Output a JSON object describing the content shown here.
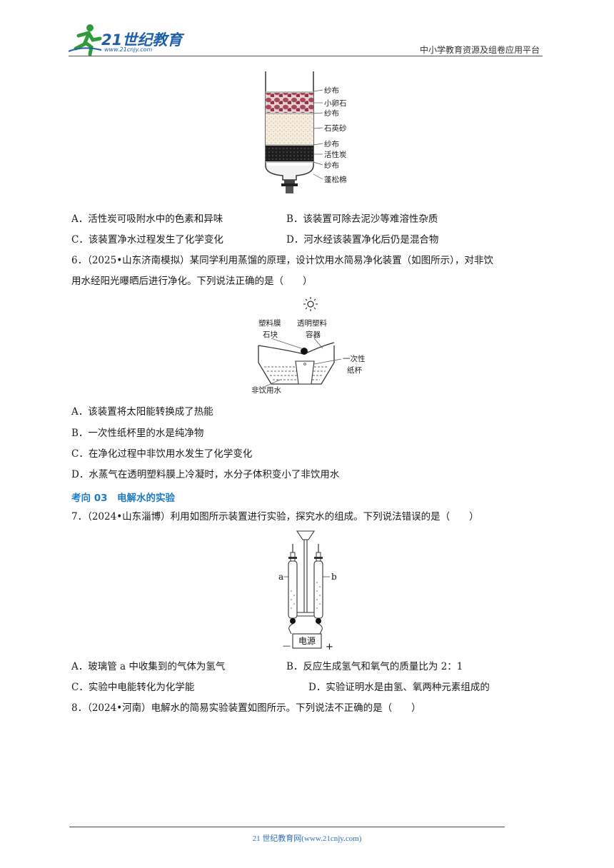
{
  "header": {
    "logo_text": "21世纪教育",
    "logo_url": "www.21cnjy.com",
    "platform": "中小学教育资源及组卷应用平台"
  },
  "fig1": {
    "labels": [
      "纱布",
      "小卵石",
      "纱布",
      "石英砂",
      "纱布",
      "活性炭",
      "纱布",
      "蓬松棉"
    ]
  },
  "q5": {
    "options": [
      "A．活性炭可吸附水中的色素和异味",
      "B．该装置可除去泥沙等难溶性杂质",
      "C．该装置净水过程发生了化学变化",
      "D．河水经该装置净化后仍是混合物"
    ]
  },
  "q6": {
    "line1": "6．（2025•山东济南模拟）某同学利用蒸馏的原理，设计饮用水简易净化装置（如图所示），对非饮",
    "line2": "用水经阳光曝晒后进行净化。下列说法正确的是（　　）",
    "fig_labels": {
      "film": "塑料膜",
      "container1": "透明塑料",
      "container2": "容器",
      "stone": "石块",
      "cup1": "一次性",
      "cup2": "纸杯",
      "water": "非饮用水"
    },
    "options": [
      "A．该装置将太阳能转换成了热能",
      "B．一次性纸杯里的水是纯净物",
      "C．在净化过程中非饮用水发生了化学变化",
      "D．水蒸气在透明塑料膜上冷凝时，水分子体积变小了非饮用水"
    ]
  },
  "section3": {
    "title": "考向 03　电解水的实验"
  },
  "q7": {
    "line1": "7．（2024•山东淄博）利用如图所示装置进行实验，探究水的组成。下列说法错误的是（　　）",
    "fig_labels": {
      "a": "a",
      "b": "b",
      "power": "电源",
      "minus": "—",
      "plus": "+"
    },
    "options": [
      "A．玻璃管 a 中收集到的气体为氢气",
      "B．反应生成氢气和氧气的质量比为 2：1",
      "C．实验中电能转化为化学能",
      "D．实验证明水是由氢、氧两种元素组成的"
    ]
  },
  "q8": {
    "line1": "8．（2024•河南）电解水的简易实验装置如图所示。下列说法不正确的是（　　）"
  },
  "footer": {
    "text": "21 世纪教育网(www.21cnjy.com)"
  }
}
